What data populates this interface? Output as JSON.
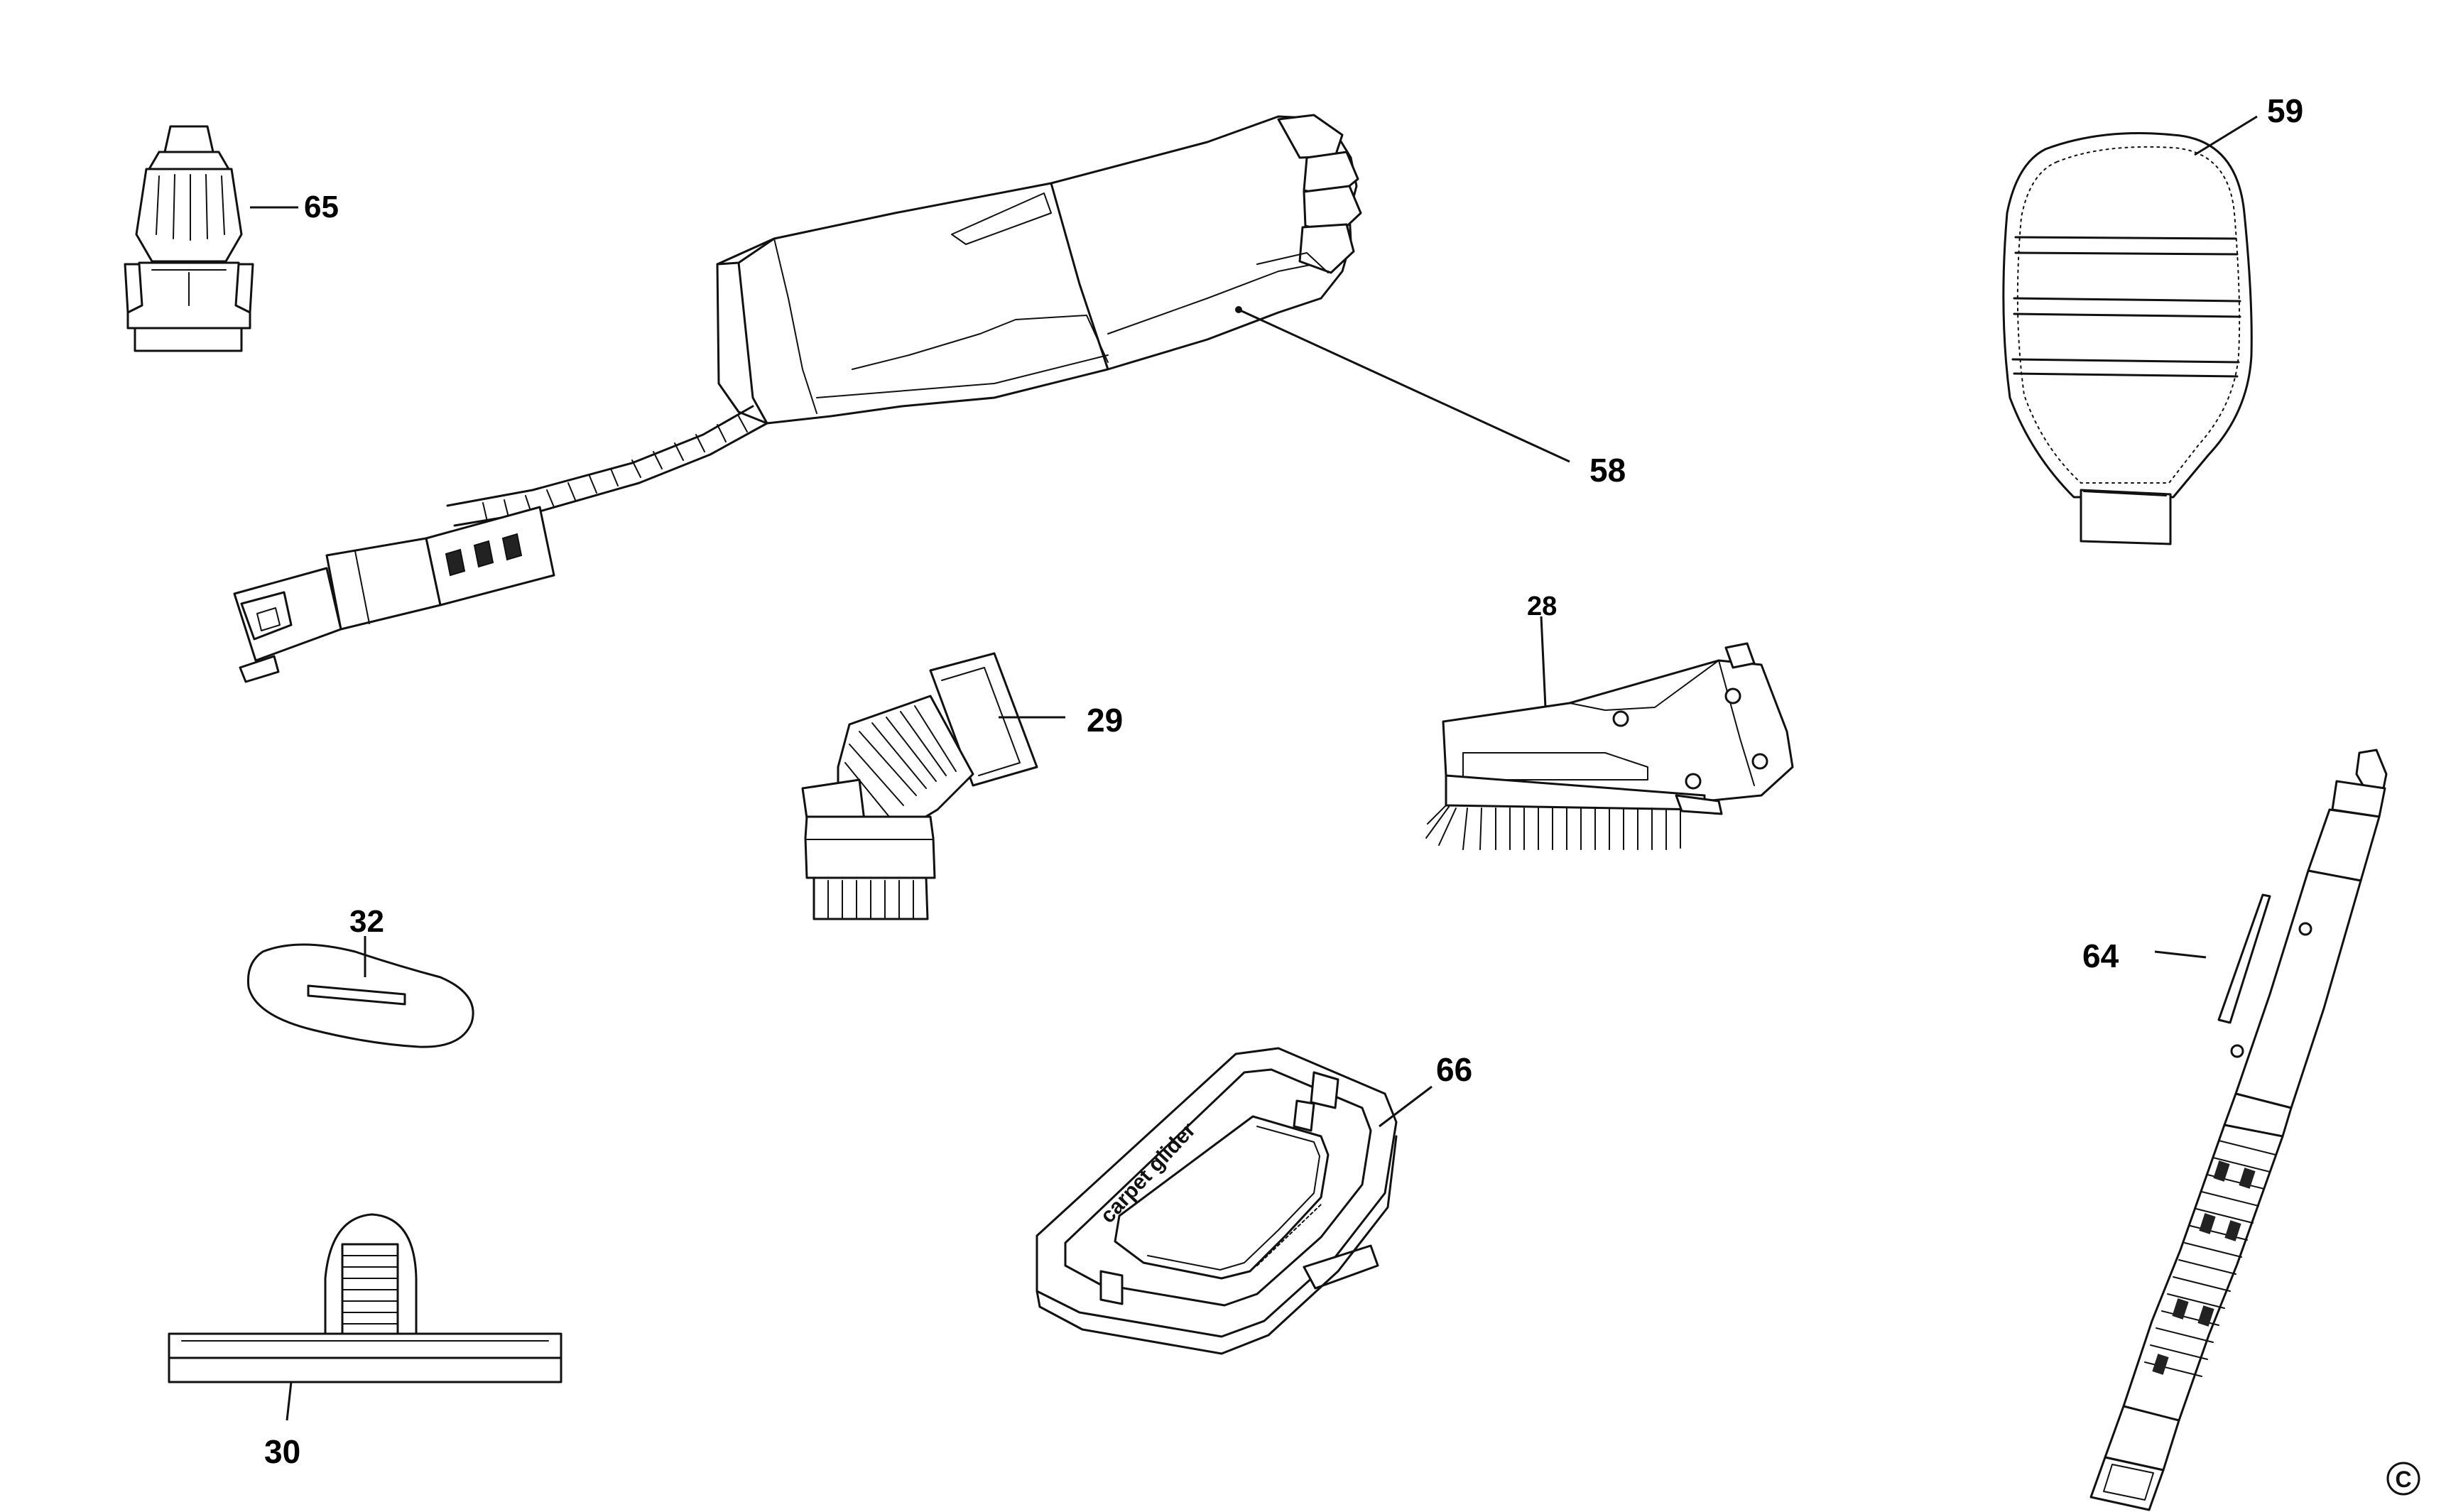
{
  "callouts": {
    "p65": "65",
    "p58": "58",
    "p59": "59",
    "p28": "28",
    "p29": "29",
    "p32": "32",
    "p66": "66",
    "p64": "64",
    "p30": "30"
  },
  "embossed_text": "carpet glider",
  "copyright_mark": "C"
}
